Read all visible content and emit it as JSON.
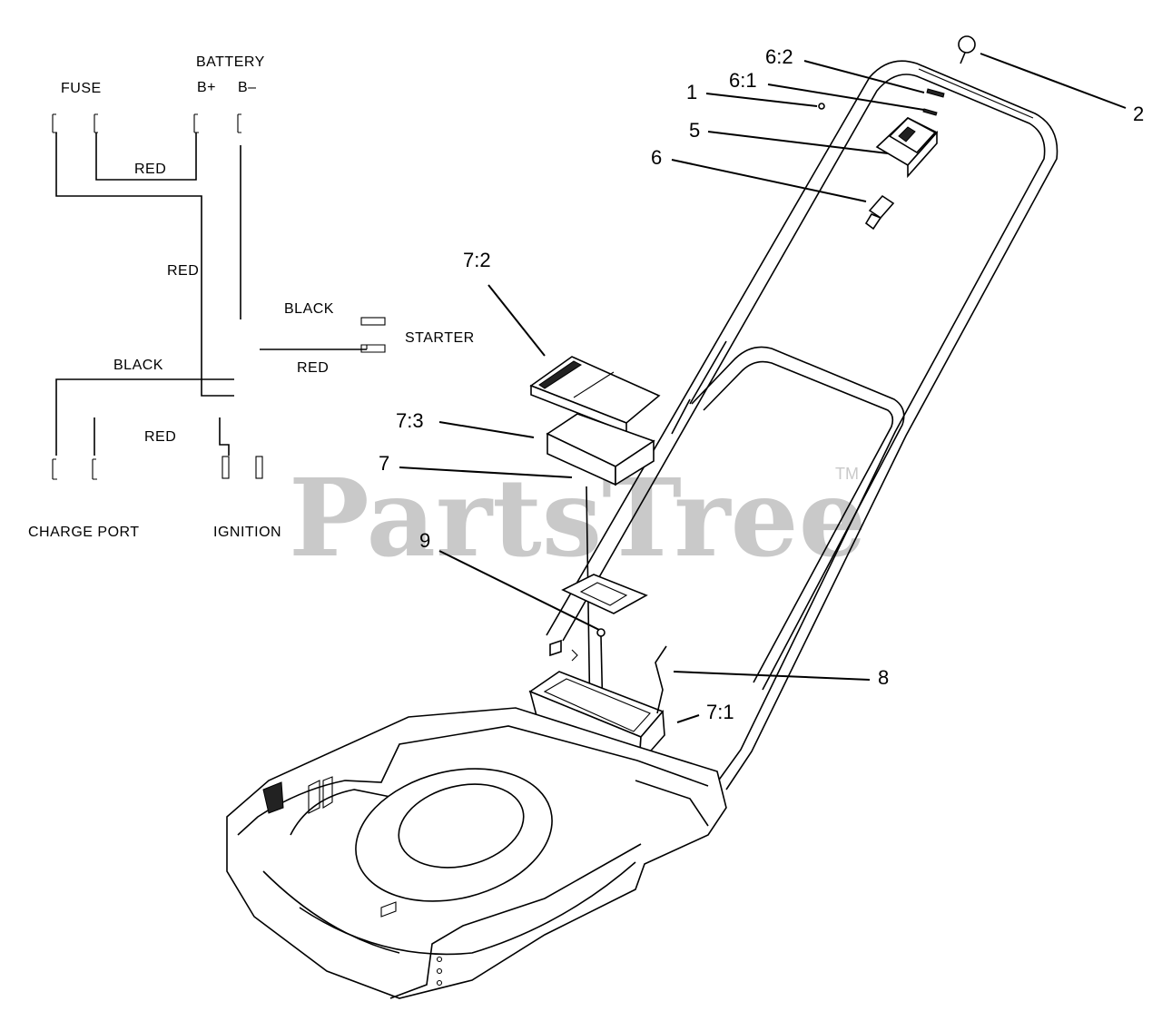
{
  "watermark": {
    "text": "PartsTree",
    "trademark": "TM"
  },
  "wiring": {
    "fuse": "FUSE",
    "battery": "BATTERY",
    "b_plus": "B+",
    "b_minus": "B–",
    "red_1": "RED",
    "red_2": "RED",
    "black_1": "BLACK",
    "starter": "STARTER",
    "red_3": "RED",
    "black_2": "BLACK",
    "red_4": "RED",
    "charge_port": "CHARGE PORT",
    "ignition": "IGNITION"
  },
  "callouts": [
    {
      "id": "6:2",
      "label": "6:2"
    },
    {
      "id": "6:1",
      "label": "6:1"
    },
    {
      "id": "1",
      "label": "1"
    },
    {
      "id": "2",
      "label": "2"
    },
    {
      "id": "5",
      "label": "5"
    },
    {
      "id": "6",
      "label": "6"
    },
    {
      "id": "7:2",
      "label": "7:2"
    },
    {
      "id": "7:3",
      "label": "7:3"
    },
    {
      "id": "7",
      "label": "7"
    },
    {
      "id": "9",
      "label": "9"
    },
    {
      "id": "8",
      "label": "8"
    },
    {
      "id": "7:1",
      "label": "7:1"
    }
  ]
}
